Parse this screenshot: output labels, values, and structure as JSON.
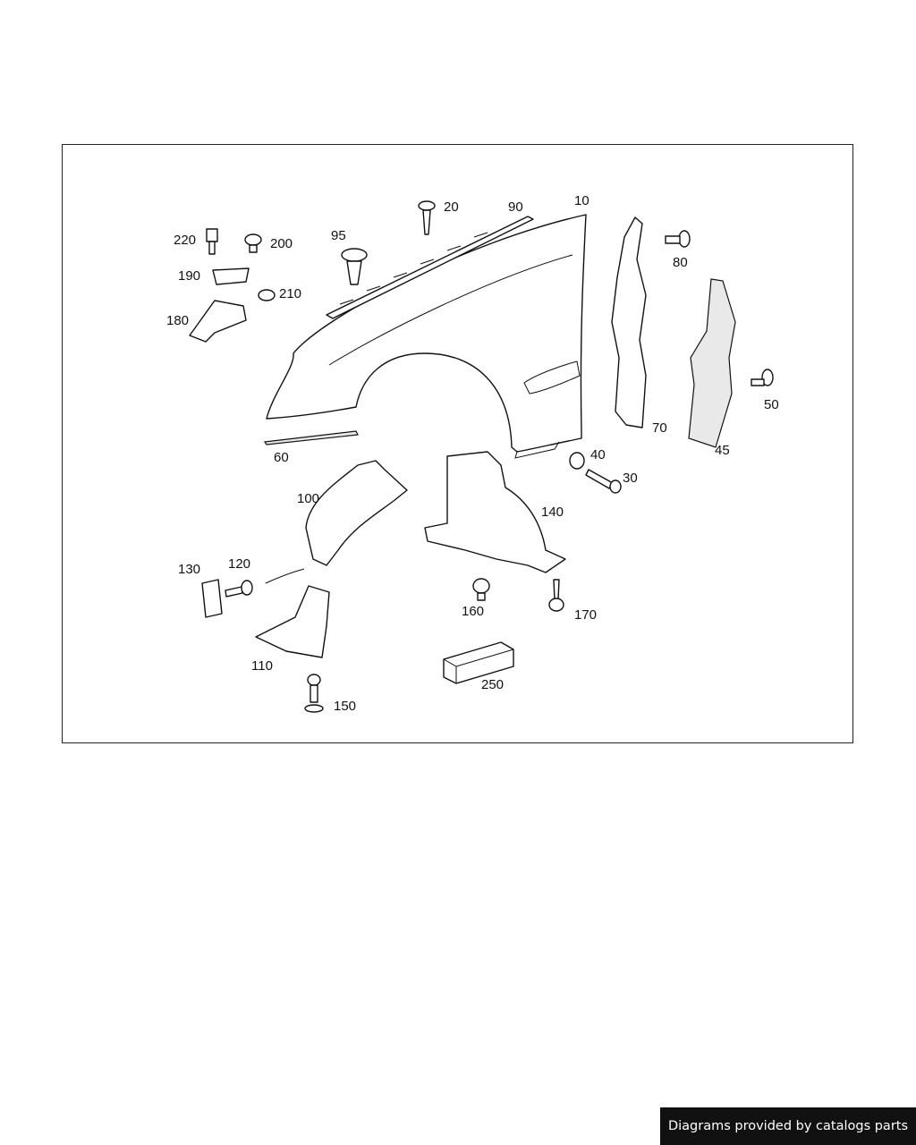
{
  "callouts": {
    "p10": "10",
    "p20": "20",
    "p30": "30",
    "p40": "40",
    "p45": "45",
    "p50": "50",
    "p60": "60",
    "p70": "70",
    "p80": "80",
    "p90": "90",
    "p95": "95",
    "p100": "100",
    "p110": "110",
    "p120": "120",
    "p130": "130",
    "p140": "140",
    "p150": "150",
    "p160": "160",
    "p170": "170",
    "p180": "180",
    "p190": "190",
    "p200": "200",
    "p210": "210",
    "p220": "220",
    "p250": "250"
  },
  "footer": {
    "text": "Diagrams provided by catalogs parts"
  }
}
